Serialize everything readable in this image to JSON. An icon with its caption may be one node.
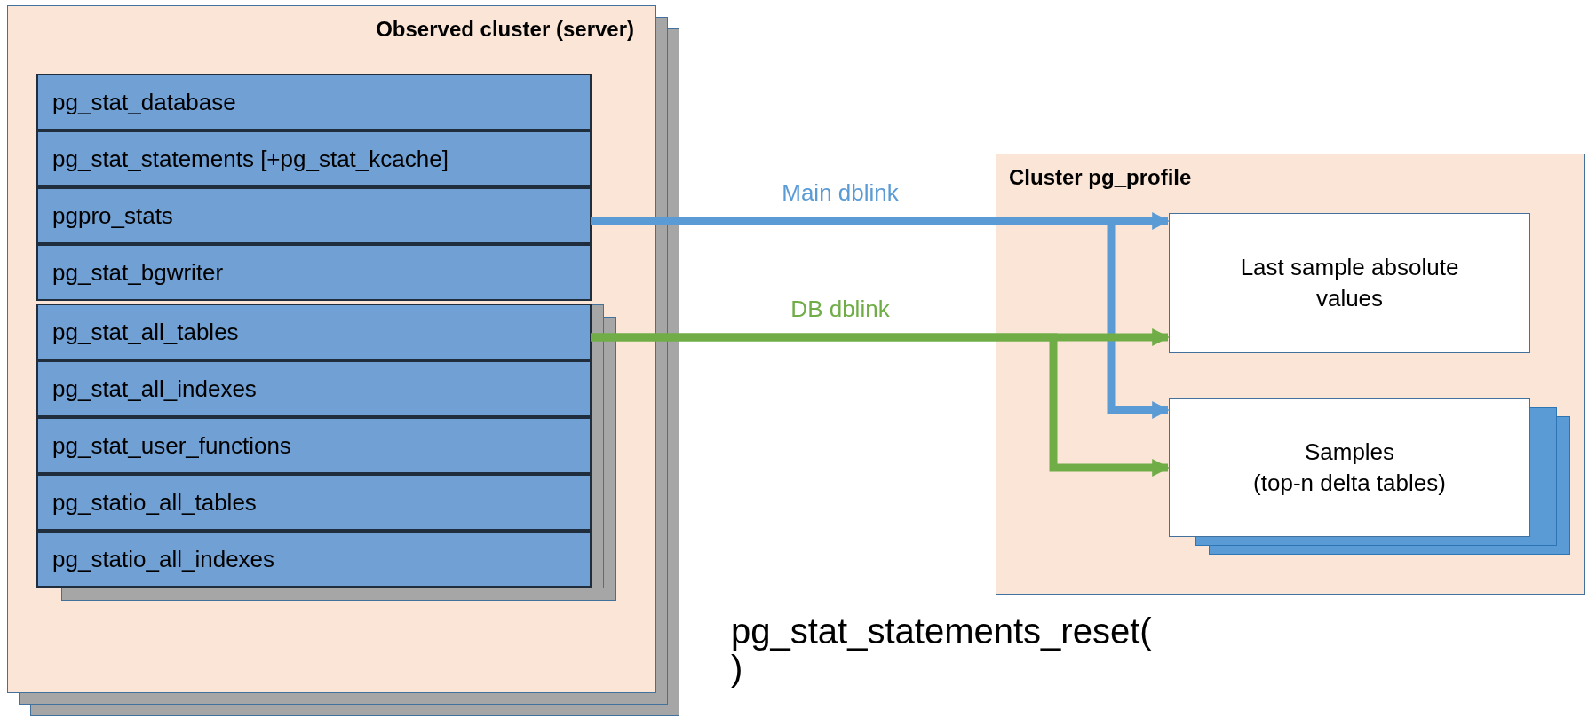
{
  "diagram": {
    "nodes": [
      {
        "text": [
          "Observed cluster (server)"
        ]
      },
      {
        "text": [
          "pg_stat_database"
        ],
        "in": 0
      },
      {
        "text": [
          "pg_stat_statements [+pg_stat_kcache]"
        ],
        "in": 0
      },
      {
        "text": [
          "pgpro_stats"
        ],
        "in": 0
      },
      {
        "text": [
          "pg_stat_bgwriter"
        ],
        "in": 0
      },
      {
        "text": [
          "pg_stat_all_tables"
        ],
        "in": 0
      },
      {
        "text": [
          "pg_stat_all_indexes"
        ],
        "in": 0
      },
      {
        "text": [
          "pg_stat_user_functions"
        ],
        "in": 0
      },
      {
        "text": [
          "pg_statio_all_tables"
        ],
        "in": 0
      },
      {
        "text": [
          "pg_statio_all_indexes"
        ],
        "in": 0
      },
      {
        "text": [
          "Cluster pg_profile"
        ]
      },
      {
        "text": [
          "Last sample absolute values"
        ],
        "in": 10
      },
      {
        "text": [
          "Samples",
          "(top-n delta tables)"
        ],
        "in": 10
      }
    ],
    "edges": [
      {
        "from": 3,
        "to": 11,
        "arrow": "to",
        "label": "Main dblink",
        "color": "#5b9bd5"
      },
      {
        "from": 3,
        "to": 12,
        "arrow": "to",
        "color": "#5b9bd5"
      },
      {
        "from": 5,
        "to": 11,
        "arrow": "to",
        "label": "DB dblink",
        "color": "#70ad47"
      },
      {
        "from": 5,
        "to": 12,
        "arrow": "to",
        "color": "#70ad47"
      }
    ],
    "labels": [
      "pg_stat_statements_reset( )"
    ]
  }
}
